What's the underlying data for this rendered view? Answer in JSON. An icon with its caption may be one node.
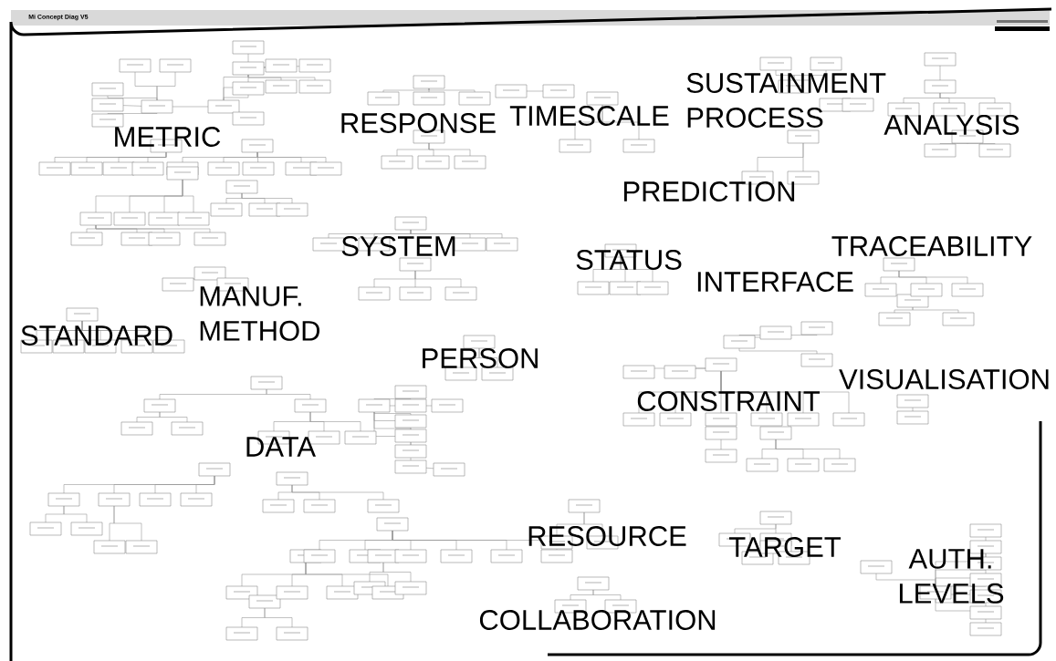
{
  "diagram": {
    "title": "Mi Concept Diag V5",
    "labels": [
      "METRIC",
      "RESPONSE",
      "TIMESCALE",
      "SUSTAINMENT PROCESS",
      "ANALYSIS",
      "PREDICTION",
      "SYSTEM",
      "STATUS",
      "TRACEABILITY",
      "INTERFACE",
      "MANUF. METHOD",
      "STANDARD",
      "PERSON",
      "VISUALISATION",
      "CONSTRAINT",
      "DATA",
      "RESOURCE",
      "TARGET",
      "AUTH. LEVELS",
      "COLLABORATION"
    ]
  }
}
